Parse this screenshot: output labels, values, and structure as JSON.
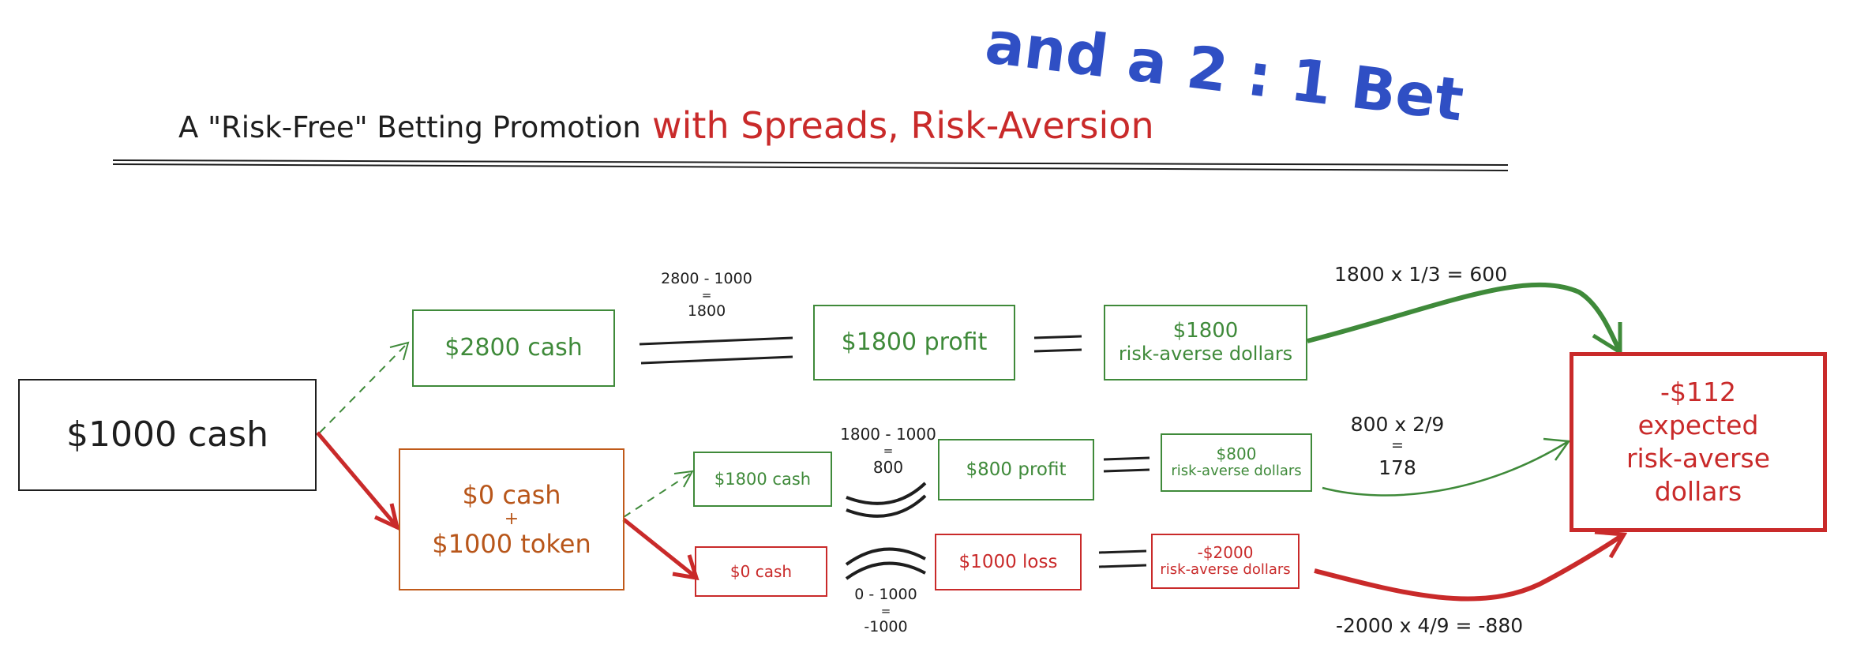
{
  "title": {
    "part1": "A \"Risk-Free\" Betting Promotion",
    "part2": "with Spreads, Risk-Aversion",
    "part3": "and a 2 : 1 Bet"
  },
  "nodes": {
    "start": "$1000 cash",
    "win_cash": "$2800 cash",
    "win_profit": "$1800 profit",
    "win_ra_value": "$1800",
    "win_ra_label": "risk-averse dollars",
    "loss_cash": "$0 cash",
    "loss_plus": "+",
    "loss_token": "$1000 token",
    "token_win_cash": "$1800 cash",
    "token_win_profit": "$800 profit",
    "token_win_ra_value": "$800",
    "token_win_ra_label": "risk-averse dollars",
    "token_loss_cash": "$0 cash",
    "token_loss": "$1000 loss",
    "token_loss_ra_value": "-$2000",
    "token_loss_ra_label": "risk-averse dollars",
    "result_value": "-$112",
    "result_label1": "expected",
    "result_label2": "risk-averse",
    "result_label3": "dollars"
  },
  "calcs": {
    "top_line1": "2800 - 1000",
    "top_line2": "=",
    "top_line3": "1800",
    "mid_line1": "1800 - 1000",
    "mid_line2": "=",
    "mid_line3": "800",
    "bot_line1": "0 - 1000",
    "bot_line2": "=",
    "bot_line3": "-1000",
    "ev_top": "1800 x 1/3 = 600",
    "ev_mid_line1": "800 x 2/9",
    "ev_mid_line2": "=",
    "ev_mid_line3": "178",
    "ev_bot": "-2000 x 4/9 = -880"
  },
  "colors": {
    "ink": "#1e1e1e",
    "green": "#3f8a3a",
    "orange": "#b8561a",
    "red": "#c92a2a",
    "blue": "#2f4fc4"
  }
}
